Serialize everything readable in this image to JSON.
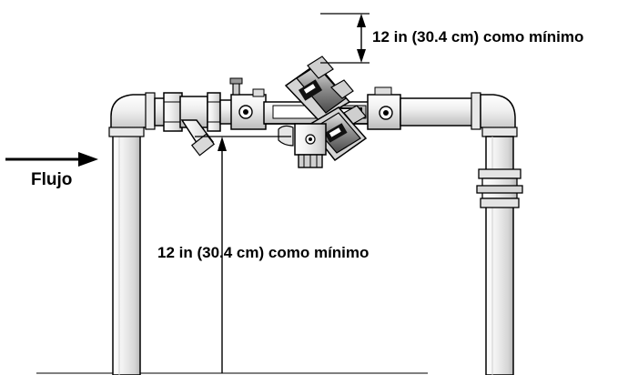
{
  "diagram": {
    "top_clearance_label": "12 in (30.4 cm) como mínimo",
    "bottom_clearance_label": "12 in (30.4 cm) como mínimo",
    "flow_label": "Flujo"
  }
}
